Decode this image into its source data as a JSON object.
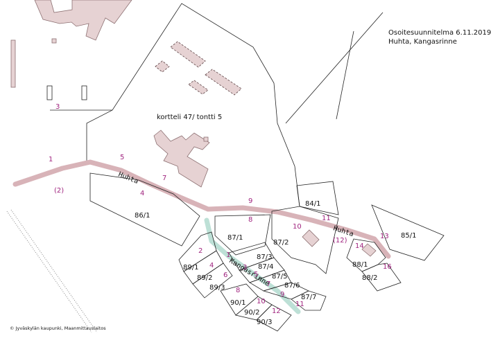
{
  "title": {
    "line1": "Osoitesuunnitelma 6.11.2019",
    "line2": "Huhta, Kangasrinne"
  },
  "block_label": "kortteli 47/ tontti 5",
  "streets": {
    "main": "Huhta",
    "side": "Kangasrinne"
  },
  "parcels": [
    "86/1",
    "84/1",
    "85/1",
    "87/1",
    "87/2",
    "87/3",
    "87/4",
    "87/5",
    "87/6",
    "87/7",
    "88/1",
    "88/2",
    "89/1",
    "89/2",
    "89/3",
    "90/1",
    "90/2",
    "90/3"
  ],
  "address_numbers": [
    "1",
    "(2)",
    "3",
    "4",
    "5",
    "7",
    "9",
    "8",
    "10",
    "11",
    "(12)",
    "13",
    "14",
    "16",
    "2",
    "1",
    "3",
    "4",
    "5",
    "6",
    "7",
    "8",
    "9",
    "10",
    "11",
    "12"
  ],
  "copyright": "© Jyväskylän kaupunki, Maanmittauslaitos",
  "colors": {
    "main_road": "#d8b3b8",
    "side_road": "#bde0d6",
    "building": "#e6d2d3",
    "numbers": "#a0247f"
  }
}
